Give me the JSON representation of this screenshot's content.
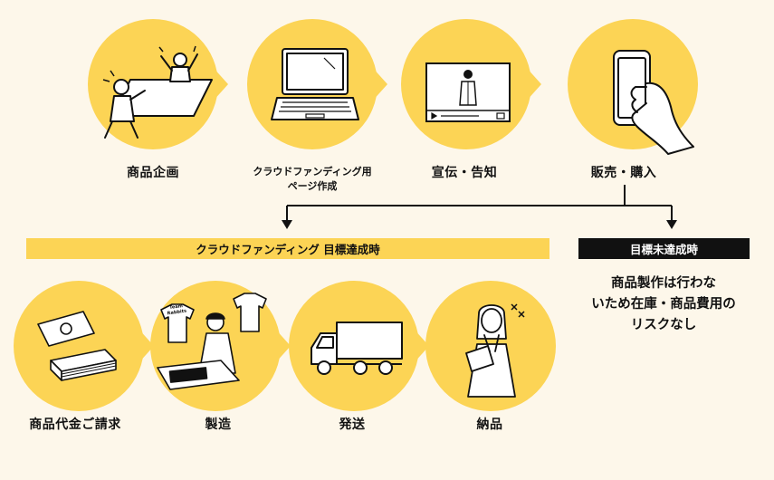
{
  "colors": {
    "yellow": "#fcd455",
    "dark": "#111111",
    "background": "#fdf7ea"
  },
  "top_steps": [
    {
      "label": "商品企画",
      "icon": "meeting-people-icon"
    },
    {
      "label": "クラウドファンディング用\nページ作成",
      "icon": "laptop-icon"
    },
    {
      "label": "宣伝・告知",
      "icon": "video-screen-presenter-icon"
    },
    {
      "label": "販売・購入",
      "icon": "hand-smartphone-icon"
    }
  ],
  "branches": {
    "success": {
      "label": "クラウドファンディング 目標達成時"
    },
    "failure": {
      "label": "目標未達成時",
      "note": "商品製作は行わな\nいため在庫・商品費用の\nリスクなし"
    }
  },
  "bottom_steps": [
    {
      "label": "商品代金ご請求",
      "icon": "money-bills-icon"
    },
    {
      "label": "製造",
      "icon": "tshirt-printing-worker-icon",
      "shirt_text": "Team Rabbits"
    },
    {
      "label": "発送",
      "icon": "delivery-truck-icon"
    },
    {
      "label": "納品",
      "icon": "happy-woman-icon"
    }
  ]
}
